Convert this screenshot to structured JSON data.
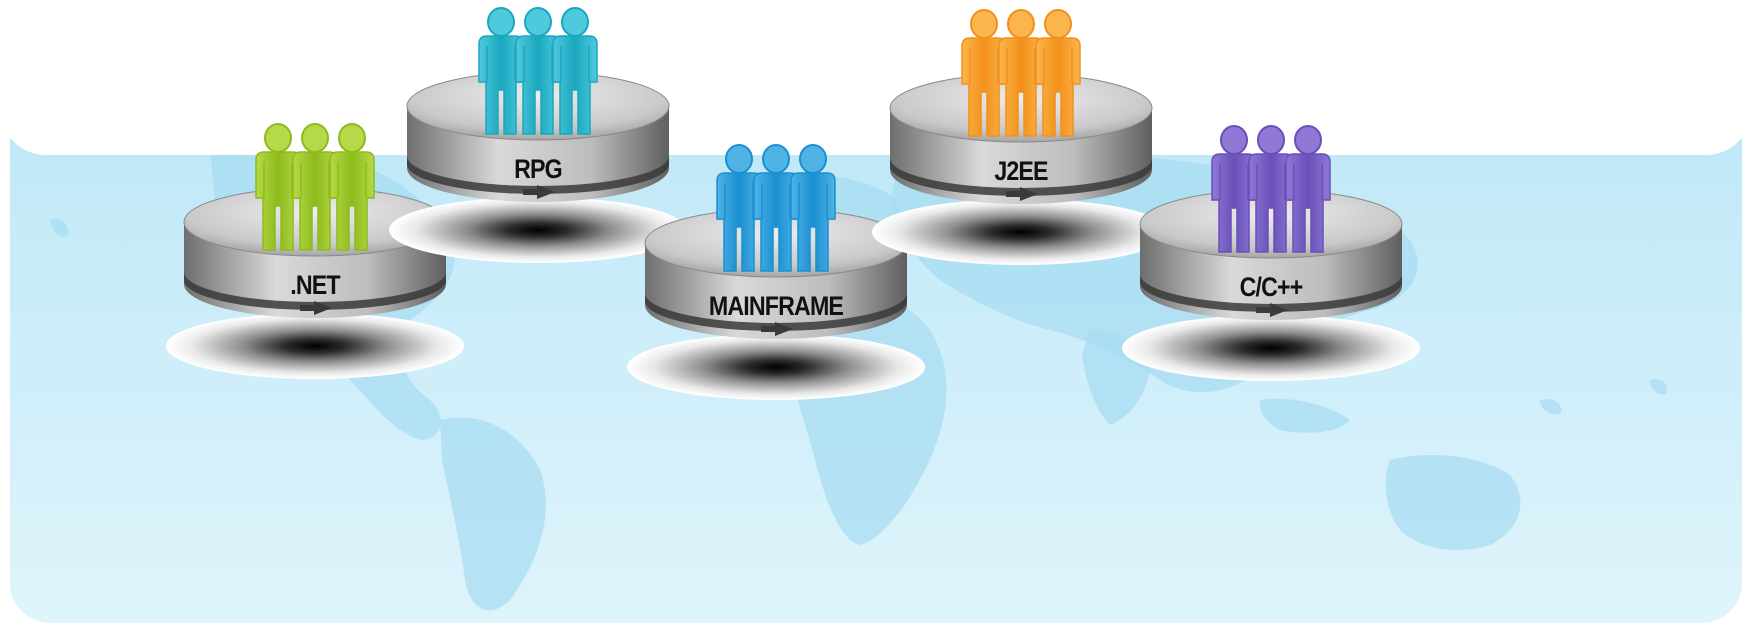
{
  "platforms": [
    {
      "label": ".NET",
      "color": "#8dbb1b",
      "color_light": "#b6d94a",
      "people_icon": "people-group-icon"
    },
    {
      "label": "RPG",
      "color": "#1aa7bf",
      "color_light": "#4fc9dc",
      "people_icon": "people-group-icon"
    },
    {
      "label": "MAINFRAME",
      "color": "#1a8fd1",
      "color_light": "#4fb3e6",
      "people_icon": "people-group-icon"
    },
    {
      "label": "J2EE",
      "color": "#f2901a",
      "color_light": "#fbb54d",
      "people_icon": "people-group-icon"
    },
    {
      "label": "C/C++",
      "color": "#6a4fb8",
      "color_light": "#8f78d6",
      "people_icon": "people-group-icon"
    }
  ],
  "background": {
    "map_color": "#a5dcf1",
    "panel_top": "#b7e4f6",
    "panel_bottom": "#dff4fb"
  }
}
